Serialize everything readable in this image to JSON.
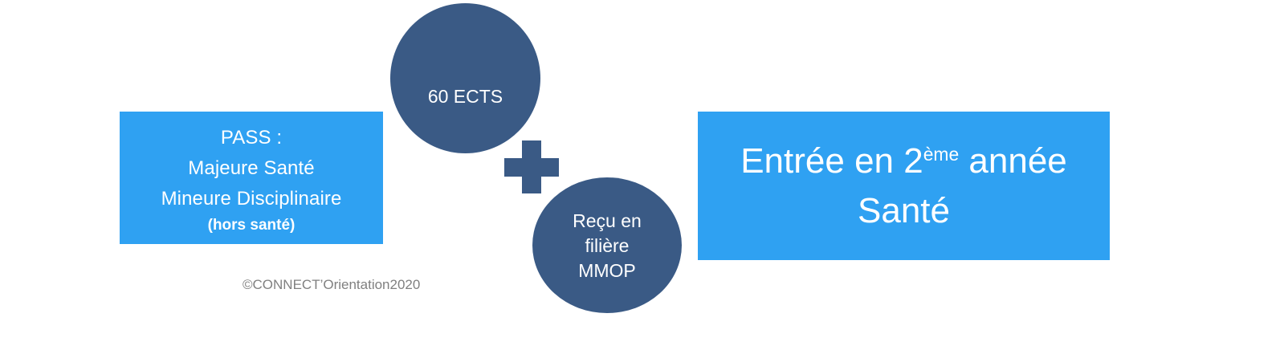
{
  "diagram": {
    "title": "PASS pathway to second year health studies",
    "colors": {
      "light_blue": "#2FA1F2",
      "dark_blue": "#3A5A85",
      "white": "#FFFFFF",
      "gray_text": "#808080",
      "background": "#FFFFFF"
    },
    "pass_box": {
      "line1": "PASS :",
      "line2": "Majeure Santé",
      "line3": "Mineure Disciplinaire",
      "line4": "(hors santé)"
    },
    "ects_circle": {
      "label": "60 ECTS"
    },
    "plus_connector": {
      "symbol": "+",
      "name": "plus-sign"
    },
    "mmop_circle": {
      "line1": "Reçu en",
      "line2": "filière",
      "line3": "MMOP"
    },
    "result_box": {
      "prefix": "Entrée en 2",
      "superscript": "ème",
      "suffix": " année",
      "line2": "Santé"
    },
    "copyright": "©CONNECT’Orientation2020"
  }
}
